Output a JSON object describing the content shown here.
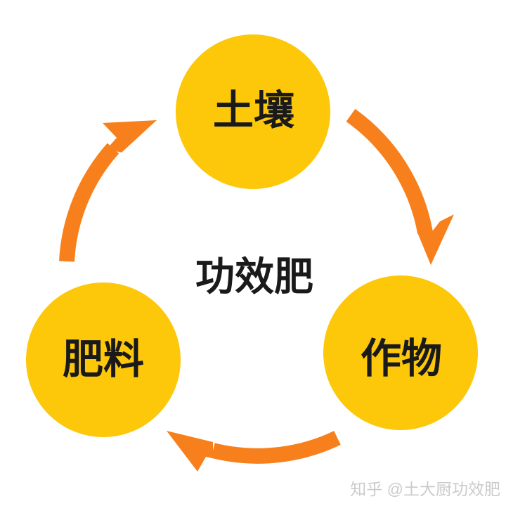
{
  "diagram": {
    "center_label": "功效肥",
    "nodes": [
      {
        "id": "soil",
        "label": "土壤"
      },
      {
        "id": "fertilizer",
        "label": "肥料"
      },
      {
        "id": "crops",
        "label": "作物"
      }
    ],
    "cycle_order": [
      "土壤",
      "作物",
      "肥料"
    ],
    "colors": {
      "node_fill": "#FDC70A",
      "arrow": "#F7801C",
      "text": "#1A1A1A",
      "watermark": "#CBCBCB",
      "background": "#FFFFFF"
    },
    "watermark": "知乎 @土大厨功效肥"
  }
}
